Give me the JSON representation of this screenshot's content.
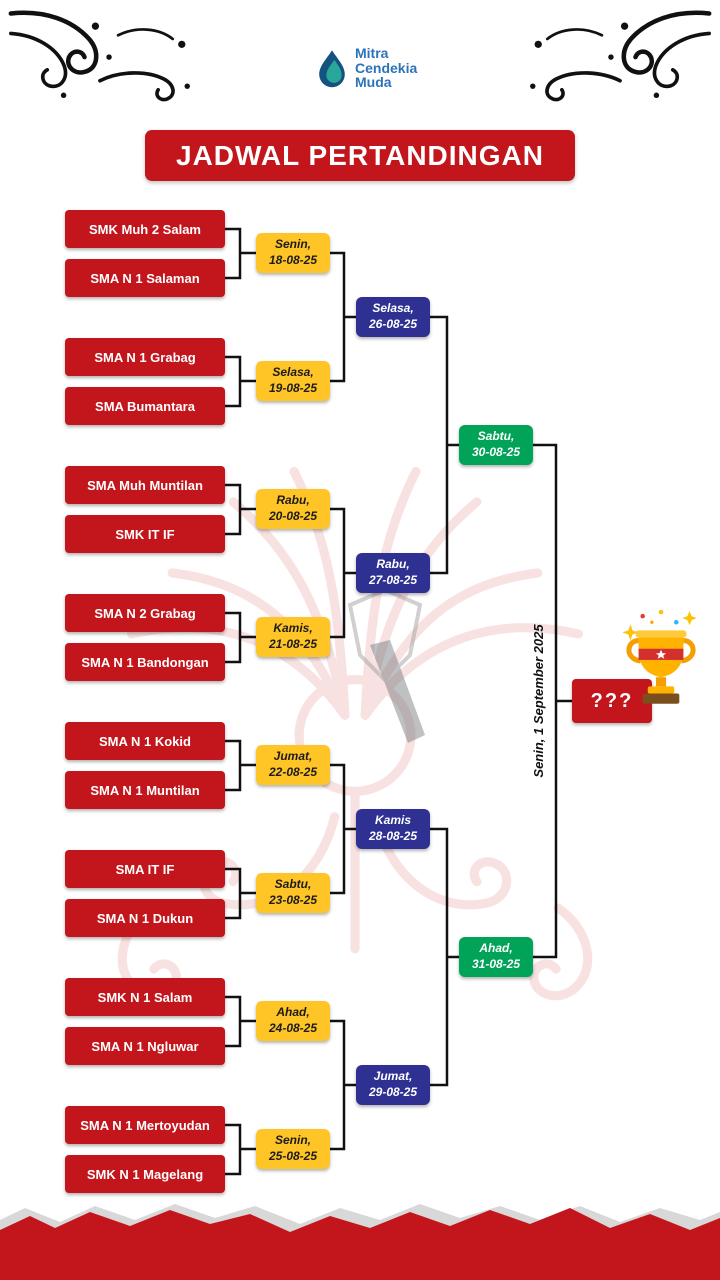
{
  "brand": {
    "name_lines": [
      "Mitra",
      "Cendekia",
      "Muda"
    ]
  },
  "title": "JADWAL PERTANDINGAN",
  "teams": [
    "SMK Muh 2 Salam",
    "SMA N 1 Salaman",
    "SMA N 1 Grabag",
    "SMA Bumantara",
    "SMA Muh Muntilan",
    "SMK IT IF",
    "SMA N 2 Grabag",
    "SMA N 1 Bandongan",
    "SMA N 1 Kokid",
    "SMA N 1 Muntilan",
    "SMA IT IF",
    "SMA N 1 Dukun",
    "SMK N 1 Salam",
    "SMA N 1 Ngluwar",
    "SMA N 1 Mertoyudan",
    "SMK N 1 Magelang"
  ],
  "round1": [
    {
      "day": "Senin,",
      "date": "18-08-25"
    },
    {
      "day": "Selasa,",
      "date": "19-08-25"
    },
    {
      "day": "Rabu,",
      "date": "20-08-25"
    },
    {
      "day": "Kamis,",
      "date": "21-08-25"
    },
    {
      "day": "Jumat,",
      "date": "22-08-25"
    },
    {
      "day": "Sabtu,",
      "date": "23-08-25"
    },
    {
      "day": "Ahad,",
      "date": "24-08-25"
    },
    {
      "day": "Senin,",
      "date": "25-08-25"
    }
  ],
  "round2": [
    {
      "day": "Selasa,",
      "date": "26-08-25"
    },
    {
      "day": "Rabu,",
      "date": "27-08-25"
    },
    {
      "day": "Kamis",
      "date": "28-08-25"
    },
    {
      "day": "Jumat,",
      "date": "29-08-25"
    }
  ],
  "round3": [
    {
      "day": "Sabtu,",
      "date": "30-08-25"
    },
    {
      "day": "Ahad,",
      "date": "31-08-25"
    }
  ],
  "final": {
    "schedule": "Senin, 1 September 2025",
    "winner_placeholder": "???"
  },
  "colors": {
    "team_red": "#C3161C",
    "round1_yellow": "#FFC426",
    "round2_blue": "#2E3192",
    "round3_green": "#00A357",
    "brand_blue": "#2C73B8"
  }
}
